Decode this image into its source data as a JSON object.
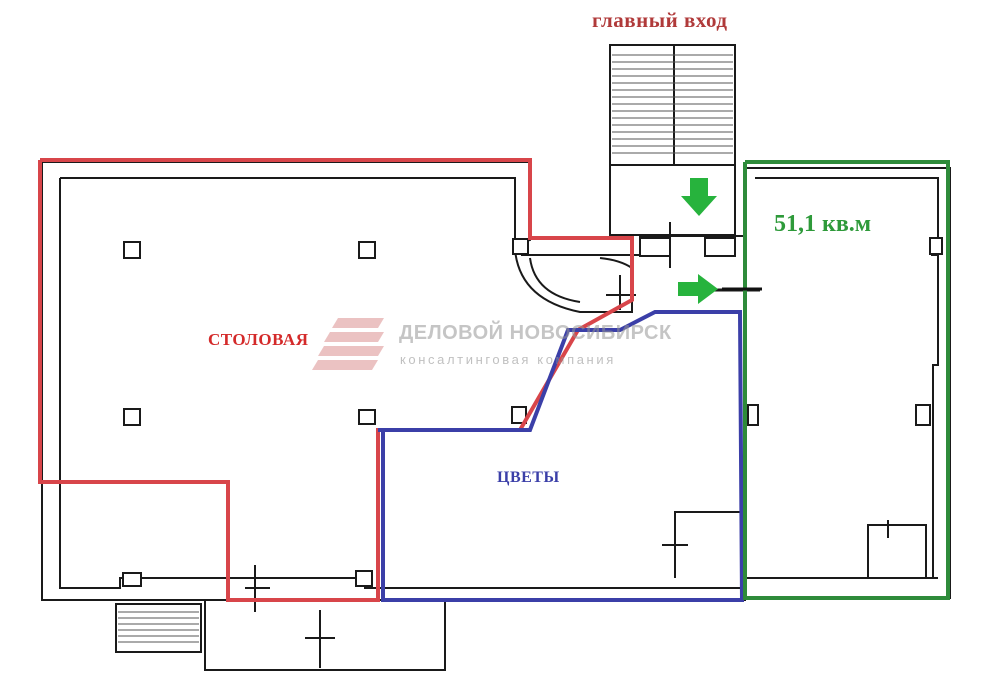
{
  "plan": {
    "entrance_label": "главный вход",
    "dining_label": "СТОЛОВАЯ",
    "flowers_label": "ЦВЕТЫ",
    "area_label": "51,1 кв.м"
  },
  "watermark": {
    "name": "ДЕЛОВОЙ НОВОСИБИРСК",
    "subtitle": "консалтинговая компания"
  },
  "colors": {
    "dining_outline": "#d8454a",
    "flowers_outline": "#3b3fa8",
    "leased_outline": "#2e8b3a",
    "arrow": "#27b33d",
    "walls": "#1a1a1a"
  }
}
